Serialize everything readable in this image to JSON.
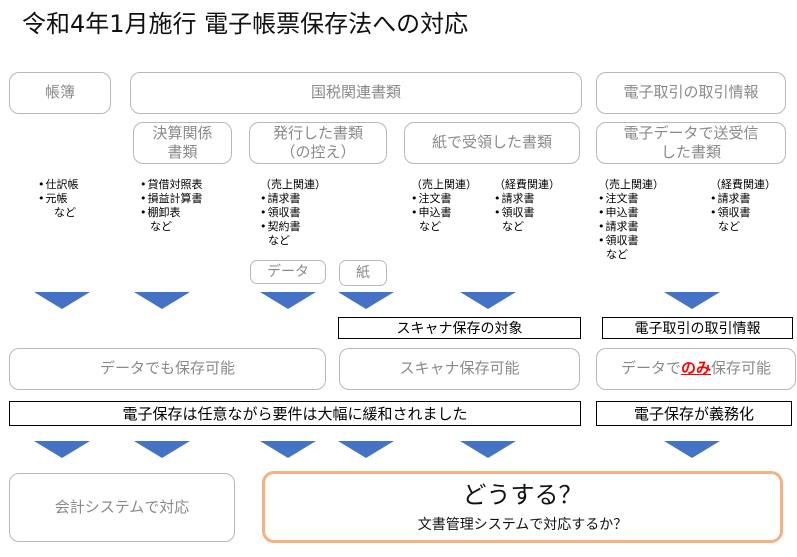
{
  "title": "令和4年1月施行 電子帳票保存法への対応",
  "top": {
    "chobo": "帳簿",
    "kokuzei": "国税関連書類",
    "denshi_torihiki": "電子取引の取引情報"
  },
  "sub": {
    "kessan": [
      "決算関係",
      "書類"
    ],
    "hakko": [
      "発行した書類",
      "（の控え）"
    ],
    "kami_juryo": "紙で受領した書類",
    "denshi_data": [
      "電子データで送受信",
      "した書類"
    ]
  },
  "lists": {
    "chobo": [
      "仕訳帳",
      "元帳"
    ],
    "kessan": [
      "貸借対照表",
      "損益計算書",
      "棚卸表"
    ],
    "hakko_header": "（売上関連）",
    "hakko": [
      "請求書",
      "領収書",
      "契約書"
    ],
    "juryo_uriage_header": "（売上関連）",
    "juryo_uriage": [
      "注文書",
      "申込書"
    ],
    "juryo_keihi_header": "（経費関連）",
    "juryo_keihi": [
      "請求書",
      "領収書"
    ],
    "denshi_uriage_header": "（売上関連）",
    "denshi_uriage": [
      "注文書",
      "申込書",
      "請求書",
      "領収書"
    ],
    "denshi_keihi_header": "（経費関連）",
    "denshi_keihi": [
      "請求書",
      "領収書"
    ],
    "nado": "など"
  },
  "tags": {
    "data": "データ",
    "kami": "紙"
  },
  "labels": {
    "scanner_target": "スキャナ保存の対象",
    "denshi_torihiki_info": "電子取引の取引情報"
  },
  "mid": {
    "data_hozon": "データでも保存可能",
    "scanner_hozon": "スキャナ保存可能",
    "data_only_pre": "データで",
    "data_only_em": "のみ",
    "data_only_post": "保存可能"
  },
  "bars": {
    "nin_i": "電子保存は任意ながら要件は大幅に緩和されました",
    "gimuka": "電子保存が義務化"
  },
  "bottom": {
    "kaikei": "会計システムで対応",
    "question": "どうする？",
    "question_sub": "文書管理システムで対応するか？"
  },
  "colors": {
    "arrow": "#4472c4",
    "highlight_border": "#f4b183",
    "emphasis": "#ff0000"
  }
}
